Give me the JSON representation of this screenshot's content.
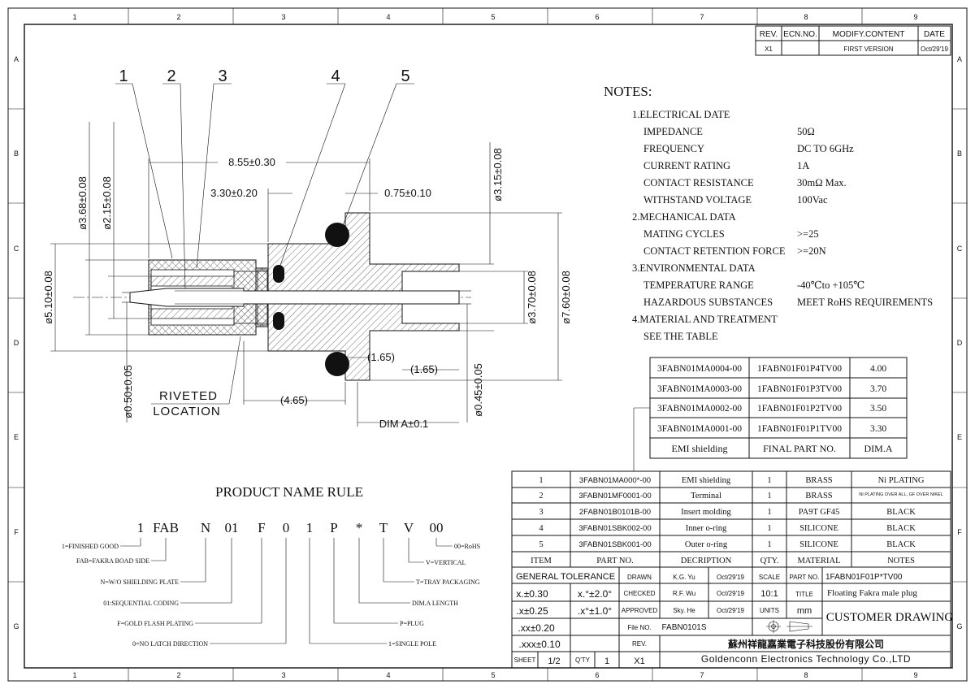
{
  "grid": {
    "cols": [
      "1",
      "2",
      "3",
      "4",
      "5",
      "6",
      "7",
      "8",
      "9"
    ],
    "rows": [
      "A",
      "B",
      "C",
      "D",
      "E",
      "F",
      "G"
    ]
  },
  "revision": {
    "headers": [
      "REV.",
      "ECN.NO.",
      "MODIFY.CONTENT",
      "DATE"
    ],
    "row": [
      "X1",
      "",
      "FIRST VERSION",
      "Oct/29'19"
    ]
  },
  "callouts": [
    "1",
    "2",
    "3",
    "4",
    "5"
  ],
  "dims": {
    "d368": "ø3.68±0.08",
    "d215": "ø2.15±0.08",
    "l855": "8.55±0.30",
    "l330": "3.30±0.20",
    "l075": "0.75±0.10",
    "d315": "ø3.15±0.08",
    "d510": "ø5.10±0.08",
    "d370": "ø3.70±0.08",
    "d760": "ø7.60±0.08",
    "l165a": "(1.65)",
    "l165b": "(1.65)",
    "d050": "ø0.50±0.05",
    "d045": "ø0.45±0.05",
    "l465": "(4.65)",
    "dimA": "DIM A±0.1",
    "riveted1": "RIVETED",
    "riveted2": "LOCATION"
  },
  "notes": {
    "title": "NOTES:",
    "lines": [
      {
        "label": "1.ELECTRICAL DATE",
        "value": "",
        "indent": false
      },
      {
        "label": "IMPEDANCE",
        "value": "50Ω",
        "indent": true
      },
      {
        "label": "FREQUENCY",
        "value": "DC TO 6GHz",
        "indent": true
      },
      {
        "label": "CURRENT RATING",
        "value": "1A",
        "indent": true
      },
      {
        "label": "CONTACT RESISTANCE",
        "value": "30mΩ Max.",
        "indent": true
      },
      {
        "label": "WITHSTAND VOLTAGE",
        "value": "100Vac",
        "indent": true
      },
      {
        "label": "2.MECHANICAL DATA",
        "value": "",
        "indent": false
      },
      {
        "label": "MATING CYCLES",
        "value": ">=25",
        "indent": true
      },
      {
        "label": "CONTACT RETENTION FORCE",
        "value": ">=20N",
        "indent": true
      },
      {
        "label": "3.ENVIRONMENTAL DATA",
        "value": "",
        "indent": false
      },
      {
        "label": "TEMPERATURE RANGE",
        "value": "-40℃to +105℃",
        "indent": true
      },
      {
        "label": "HAZARDOUS SUBSTANCES",
        "value": "MEET RoHS REQUIREMENTS",
        "indent": true
      },
      {
        "label": "4.MATERIAL AND TREATMENT",
        "value": "",
        "indent": false
      },
      {
        "label": "SEE THE TABLE",
        "value": "",
        "indent": true
      }
    ]
  },
  "dimTable": {
    "rows": [
      [
        "3FABN01MA0004-00",
        "1FABN01F01P4TV00",
        "4.00"
      ],
      [
        "3FABN01MA0003-00",
        "1FABN01F01P3TV00",
        "3.70"
      ],
      [
        "3FABN01MA0002-00",
        "1FABN01F01P2TV00",
        "3.50"
      ],
      [
        "3FABN01MA0001-00",
        "1FABN01F01P1TV00",
        "3.30"
      ]
    ],
    "header": [
      "EMI shielding",
      "FINAL PART NO.",
      "DIM.A"
    ]
  },
  "bom": {
    "rows": [
      [
        "1",
        "3FABN01MA000*-00",
        "EMI shielding",
        "1",
        "BRASS",
        "Ni PLATING"
      ],
      [
        "2",
        "3FABN01MF0001-00",
        "Terminal",
        "1",
        "BRASS",
        "NI PLATING OVER ALL, GF OVER NIKEL"
      ],
      [
        "3",
        "2FABN01B0101B-00",
        "Insert molding",
        "1",
        "PA9T GF45",
        "BLACK"
      ],
      [
        "4",
        "3FABN01SBK002-00",
        "Inner o-ring",
        "1",
        "SILICONE",
        "BLACK"
      ],
      [
        "5",
        "3FABN01SBK001-00",
        "Outer o-ring",
        "1",
        "SILICONE",
        "BLACK"
      ]
    ],
    "header": [
      "ITEM",
      "PART NO.",
      "DECRIPTION",
      "QTY.",
      "MATERIAL",
      "NOTES"
    ]
  },
  "titleBlock": {
    "genTol": "GENERAL TOLERANCE",
    "tol": [
      [
        "x.±0.30",
        "x.°±2.0°"
      ],
      [
        ".x±0.25",
        ".x°±1.0°"
      ],
      [
        ".xx±0.20",
        ""
      ],
      [
        ".xxx±0.10",
        ""
      ]
    ],
    "drawn": "DRAWN",
    "drawnBy": "K.G. Yu",
    "drawnDate": "Oct/29'19",
    "checked": "CHECKED",
    "checkedBy": "R.F. Wu",
    "checkedDate": "Oct/29'19",
    "approved": "APPROVED",
    "approvedBy": "Sky. He",
    "approvedDate": "Oct/29'19",
    "fileNoLabel": "File NO.",
    "fileNo": "FABN0101S",
    "revLabel": "REV.",
    "scaleLabel": "SCALE",
    "scale": "10:1",
    "unitsLabel": "UNITS",
    "units": "mm",
    "partNoLabel": "PART NO.",
    "partNo": "1FABN01F01P*TV00",
    "titleLabel": "TITLE",
    "title": "Floating Fakra male plug",
    "customer": "CUSTOMER DRAWING",
    "sheetLabel": "SHEET",
    "sheet": "1/2",
    "qtyLabel": "Q'TY",
    "qty": "1",
    "rev": "X1",
    "companyCn": "蘇州祥龍嘉業電子科技股份有限公司",
    "companyEn": "Goldenconn Electronics Technology Co.,LTD"
  },
  "productRule": {
    "title": "PRODUCT NAME RULE",
    "code": [
      "1",
      "FAB",
      "N",
      "01",
      "F",
      "0",
      "1",
      "P",
      "*",
      "T",
      "V",
      "00"
    ],
    "legend": [
      "1=FINISHED GOOD",
      "FAB=FAKRA BOAD SIDE",
      "N=W/O SHIELDING PLATE",
      "01:SEQUENTIAL CODING",
      "F=GOLD FLASH PLATING",
      "0=NO LATCH DIRECTION",
      "1=SINGLE POLE",
      "P=PLUG",
      "DIM.A LENGTH",
      "T=TRAY PACKAGING",
      "V=VERTICAL",
      "00=RoHS"
    ]
  }
}
